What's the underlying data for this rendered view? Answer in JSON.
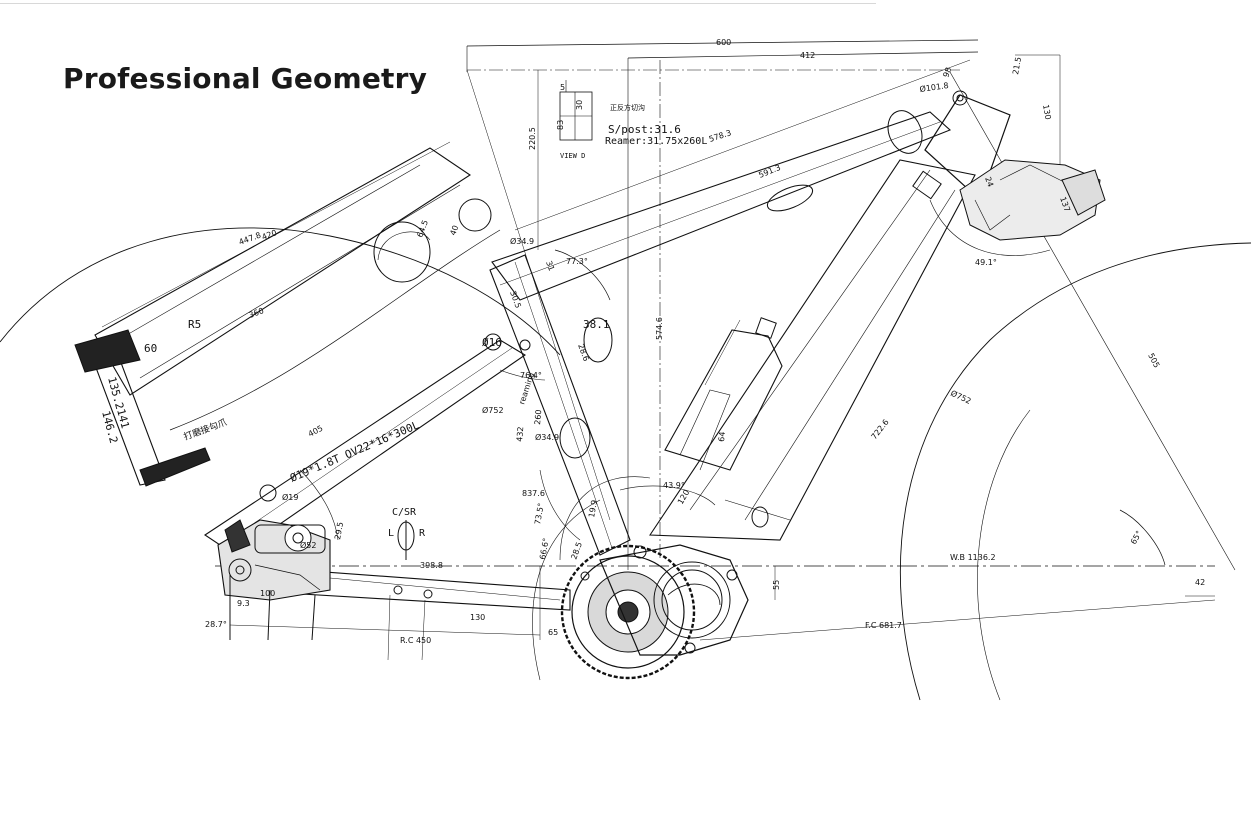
{
  "page": {
    "title": "Professional Geometry"
  },
  "notes": {
    "seatpost": "S/post:31.6",
    "reamer": "Reamer:31.75x260L",
    "cn_note": "正反方切沟",
    "view": "VIEW D",
    "cn_left": "打磨接勾爪",
    "chainstay_tube": "Ø19*1.8T OV22*16*300L",
    "kickstand": "C/SR",
    "side_l": "L",
    "side_r": "R",
    "radius": "R5"
  },
  "dimensions": {
    "top_600": "600",
    "top_412": "412",
    "h_220_5": "220.5",
    "h_574_6": "574.6",
    "tt_578_3": "578.3",
    "dt_591_3": "591.3",
    "st_505": "505",
    "diag_722_6": "722.6",
    "ss_447_8": "447.8",
    "ss_420": "420",
    "ss_360": "360",
    "cs_405": "405",
    "cs_398_8": "398.8",
    "rc_450": "R.C 450",
    "fc_681_7": "F.C 681.7",
    "wb_1136_2": "W.B 1136.2",
    "d_130_cs": "130",
    "d_130_ht": "130",
    "d_100": "100",
    "d_9_3": "9.3",
    "d_28_7": "28.7°",
    "d_135_2": "135.2",
    "d_141": "141",
    "d_146_2": "146.2",
    "d_60": "60",
    "d_64_5": "64.5",
    "d_40": "40",
    "d_30_5": "30.5",
    "d_31": "31",
    "d_34_9_top": "Ø34.9",
    "d_34_9_low": "Ø34.9",
    "d_38_1": "38.1",
    "d_28_6": "28.6",
    "d_16": "Ø16",
    "d_19": "Ø19",
    "d_52": "Ø52",
    "d_752_a": "Ø752",
    "d_752_b": "Ø752",
    "d_432": "432",
    "d_260": "260",
    "d_reaming": "reaming",
    "d_837_6": "837.6",
    "d_120": "120",
    "d_64": "64",
    "d_55": "55",
    "d_42": "42",
    "d_101_8": "Ø101.8",
    "d_98": "98",
    "d_21_5": "21.5",
    "d_5": "5",
    "d_83": "83",
    "d_30": "30",
    "d_24": "24",
    "d_65": "65",
    "d_29_5": "29.5",
    "d_28_5": "28.5",
    "d_19_9": "19.9",
    "a_77_3": "77.3°",
    "a_76_4": "76.4°",
    "a_73_5": "73.5°",
    "a_66_6": "66.6°",
    "a_43_9": "43.9°",
    "a_49_1": "49.1°",
    "a_65": "65°",
    "a_137": "137"
  }
}
